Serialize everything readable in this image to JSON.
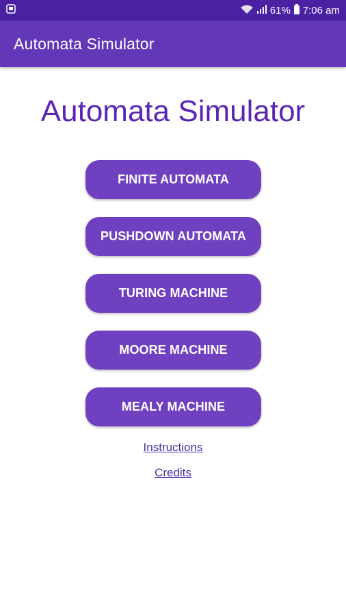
{
  "status_bar": {
    "battery_percent": "61%",
    "time": "7:06 am",
    "icons": [
      "screenshot-icon",
      "wifi-icon",
      "signal-icon",
      "battery-icon"
    ]
  },
  "app_bar": {
    "title": "Automata Simulator"
  },
  "main": {
    "heading": "Automata Simulator",
    "buttons": [
      {
        "label": "FINITE AUTOMATA"
      },
      {
        "label": "PUSHDOWN AUTOMATA"
      },
      {
        "label": "TURING MACHINE"
      },
      {
        "label": "MOORE MACHINE"
      },
      {
        "label": "MEALY MACHINE"
      }
    ],
    "links": [
      {
        "label": "Instructions"
      },
      {
        "label": "Credits"
      }
    ]
  },
  "colors": {
    "status_bar": "#4a21a3",
    "app_bar": "#6338b8",
    "heading": "#5b26b5",
    "button": "#6f40bf",
    "link": "#4c2fa3"
  }
}
